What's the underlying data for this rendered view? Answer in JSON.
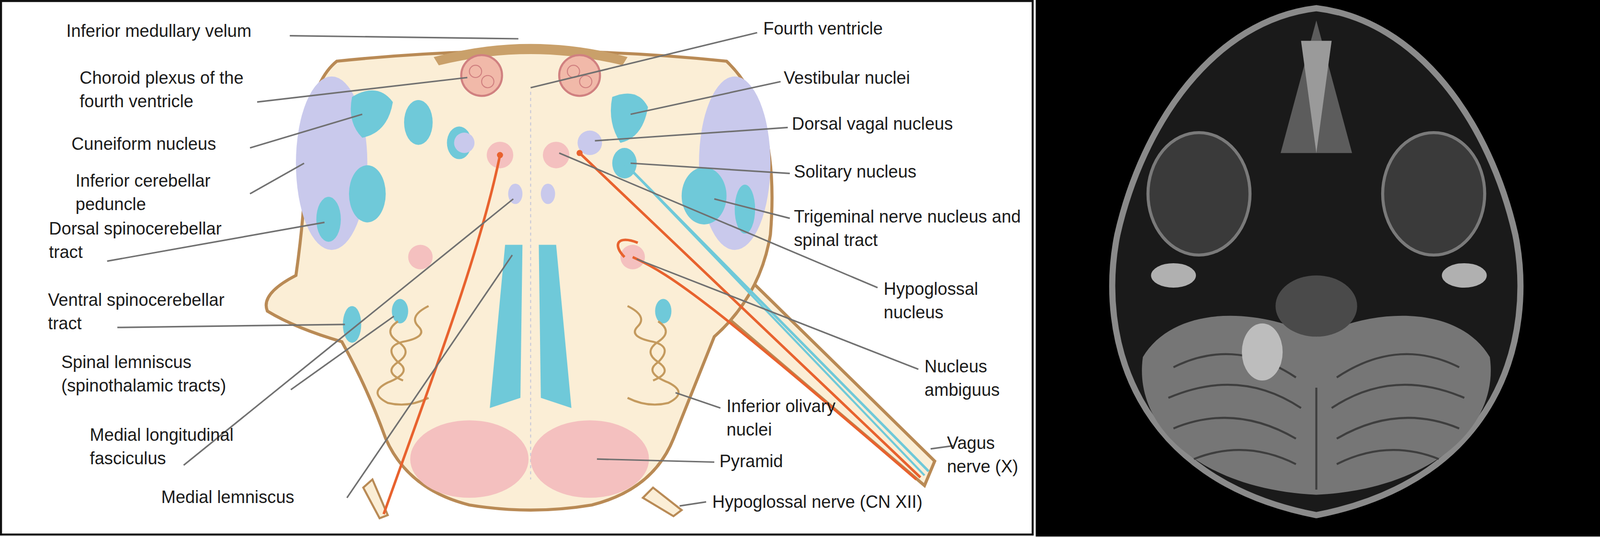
{
  "diagram": {
    "labels": [
      "Inferior medullary velum",
      "Choroid plexus of the fourth ventricle",
      "Cuneiform nucleus",
      "Inferior cerebellar peduncle",
      "Dorsal spinocerebellar tract",
      "Ventral spinocerebellar tract",
      "Spinal lemniscus (spinothalamic tracts)",
      "Medial longitudinal fasciculus",
      "Medial lemniscus",
      "Fourth ventricle",
      "Vestibular nuclei",
      "Dorsal vagal nucleus",
      "Solitary nucleus",
      "Trigeminal nerve nucleus and spinal tract",
      "Hypoglossal nucleus",
      "Nucleus ambiguus",
      "Inferior olivary nuclei",
      "Vagus nerve (X)",
      "Pyramid",
      "Hypoglossal nerve (CN XII)"
    ]
  }
}
